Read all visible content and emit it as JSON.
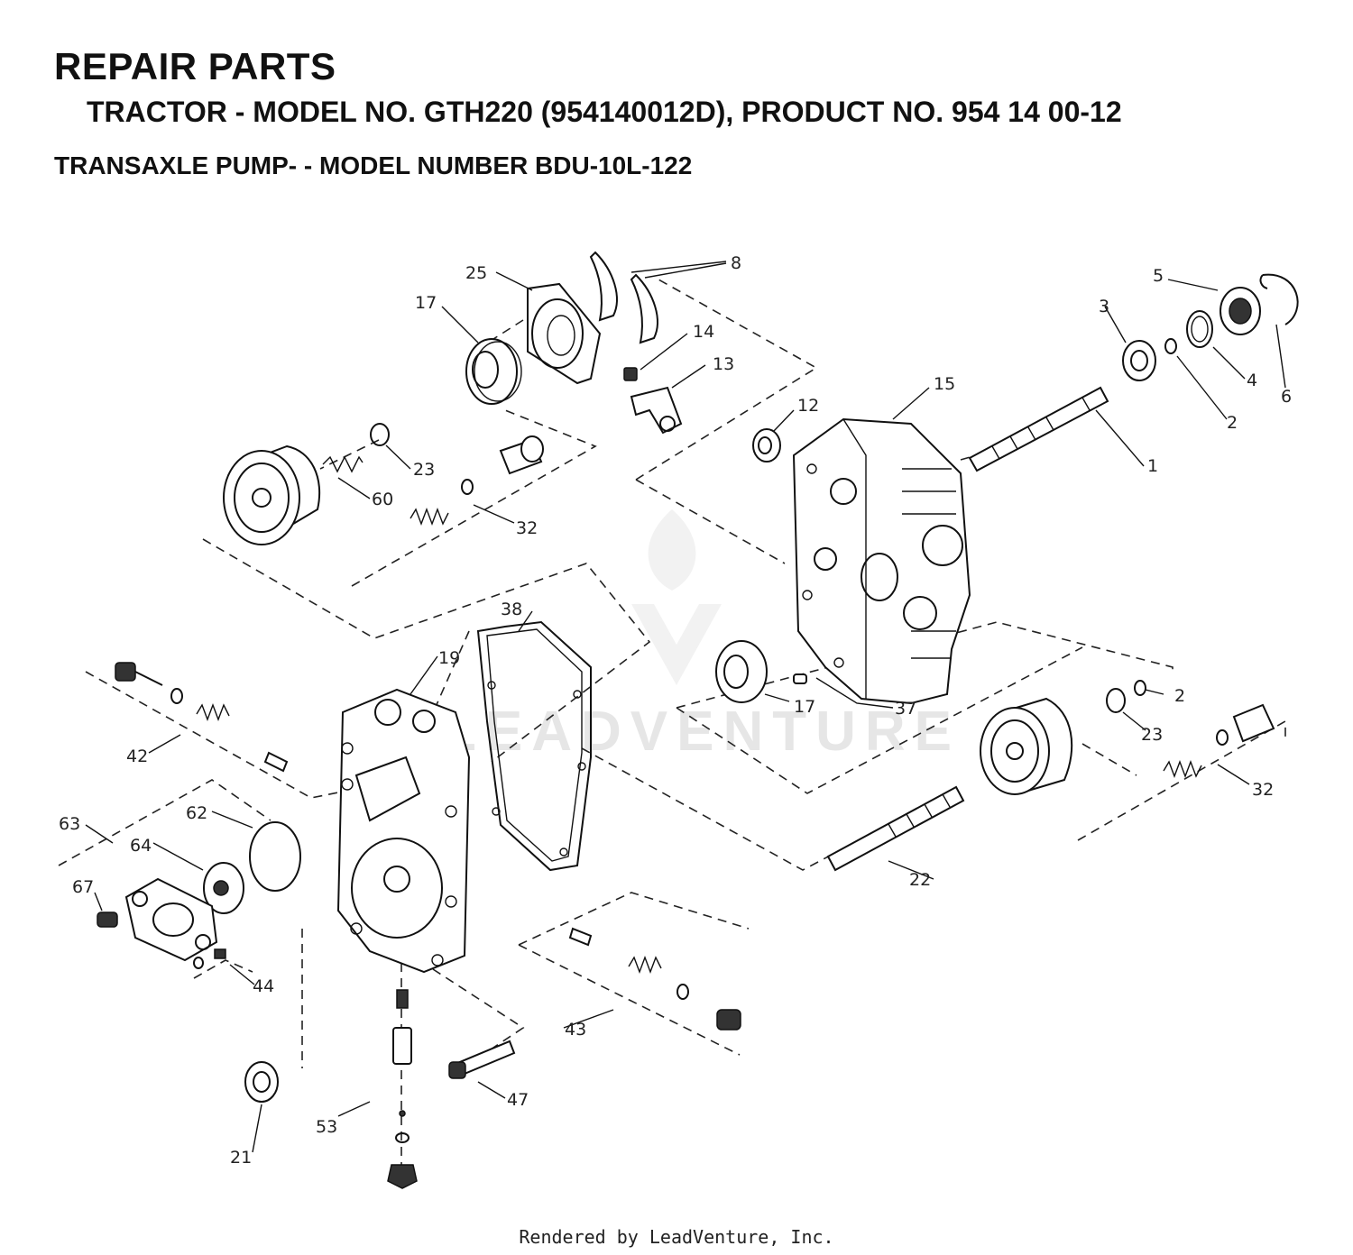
{
  "header": {
    "title": "REPAIR PARTS",
    "subtitle": "TRACTOR - MODEL NO. GTH220 (954140012D), PRODUCT NO. 954 14 00-12",
    "section": "TRANSAXLE PUMP- - MODEL NUMBER BDU-10L-122"
  },
  "watermark": "LEADVENTURE",
  "footer": "Rendered by LeadVenture, Inc.",
  "part_labels": [
    "1",
    "2",
    "2",
    "3",
    "4",
    "5",
    "6",
    "8",
    "12",
    "13",
    "14",
    "15",
    "17",
    "17",
    "19",
    "21",
    "22",
    "23",
    "23",
    "25",
    "32",
    "32",
    "37",
    "38",
    "42",
    "43",
    "44",
    "47",
    "53",
    "60",
    "62",
    "63",
    "64",
    "67"
  ]
}
